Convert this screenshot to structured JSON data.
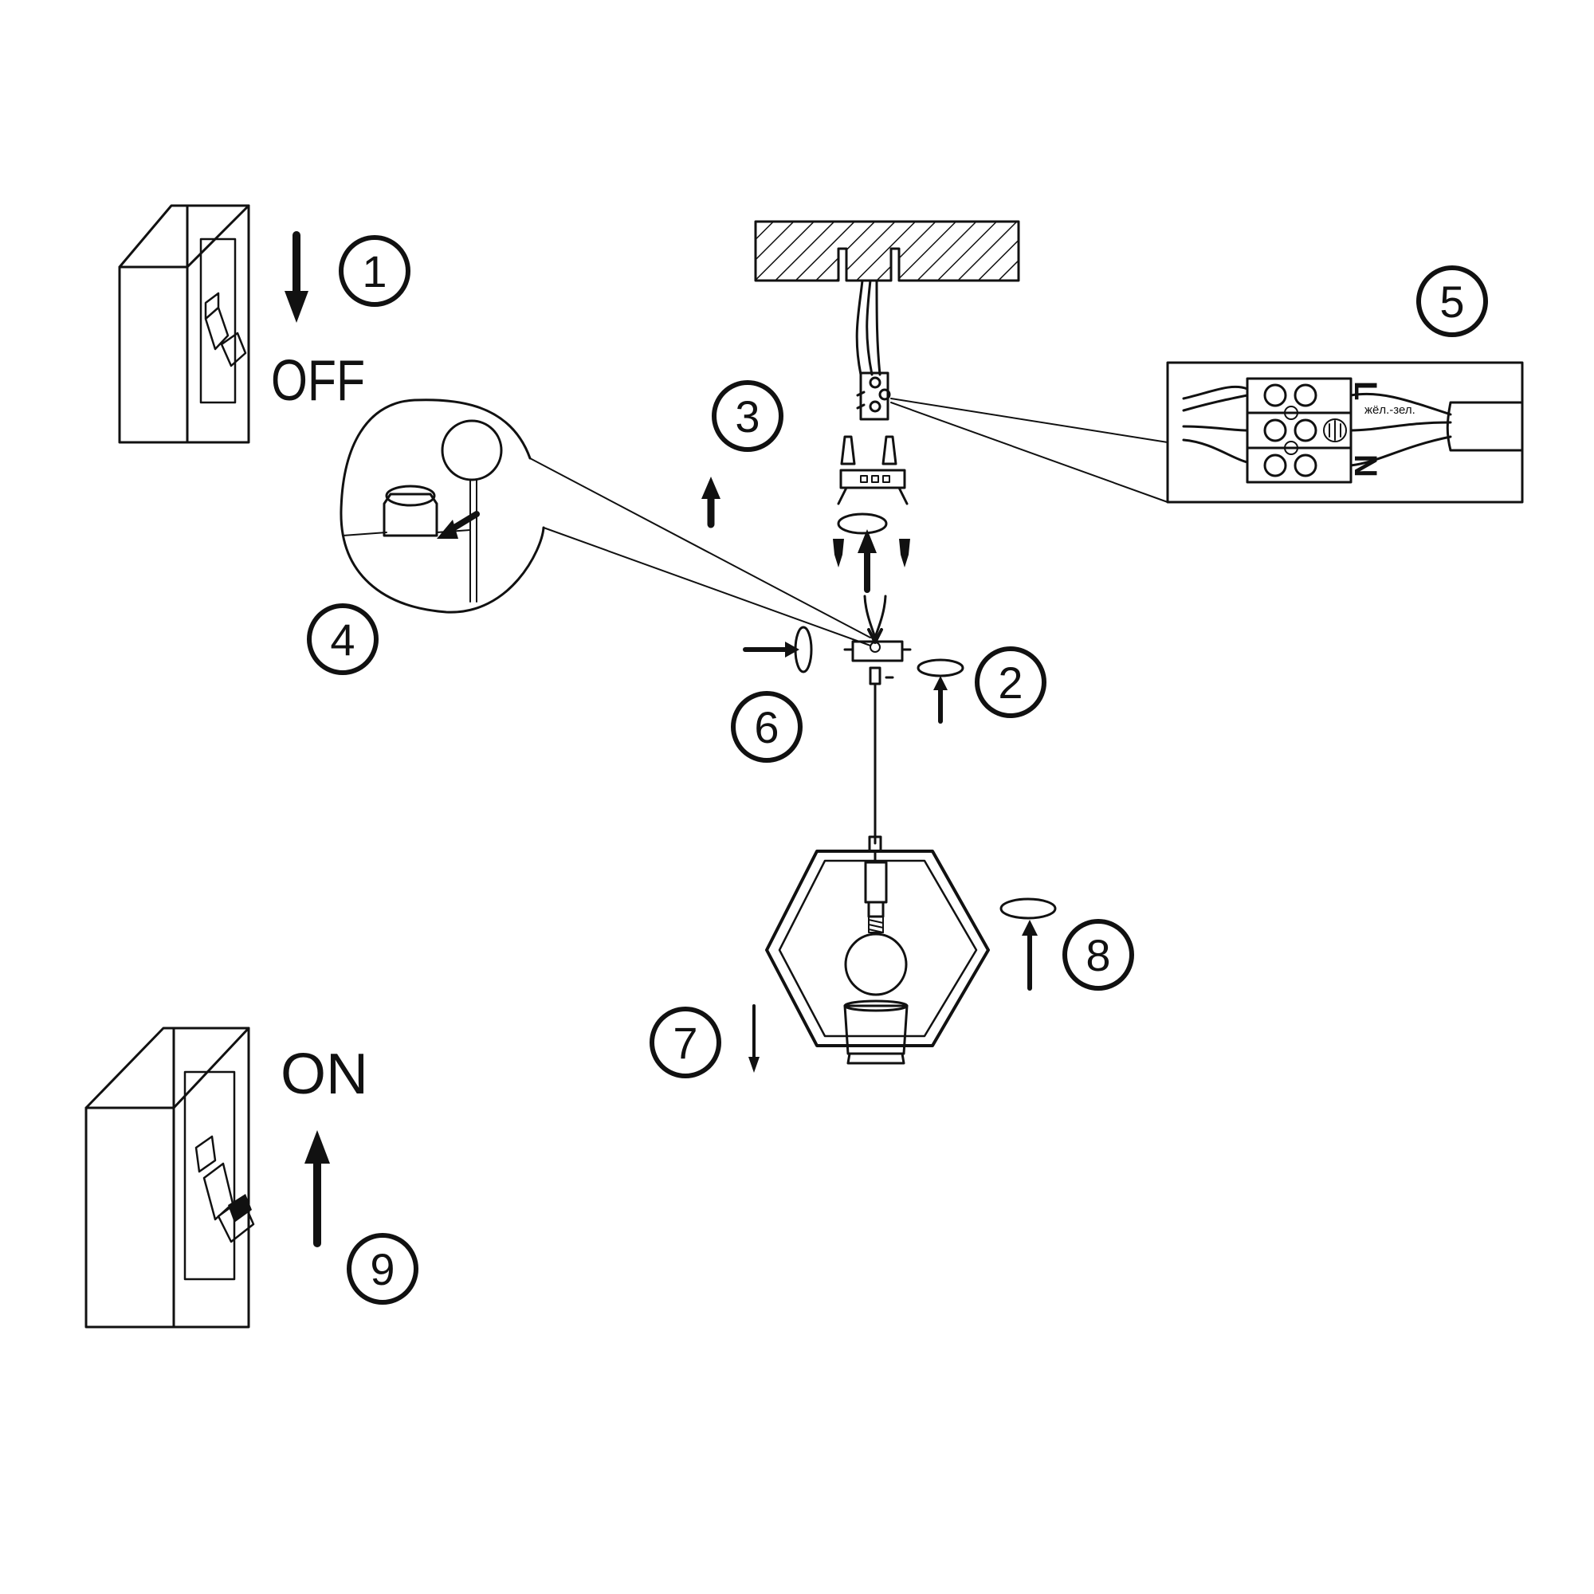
{
  "steps": {
    "s1": "1",
    "s2": "2",
    "s3": "3",
    "s4": "4",
    "s5": "5",
    "s6": "6",
    "s7": "7",
    "s8": "8",
    "s9": "9"
  },
  "switch_off": {
    "label": "OFF"
  },
  "switch_on": {
    "label": "ON"
  },
  "terminal_block": {
    "live": "L",
    "neutral": "N",
    "earth_wire": "жёл.-зел."
  },
  "colors": {
    "ink": "#111111",
    "paper": "#ffffff"
  }
}
